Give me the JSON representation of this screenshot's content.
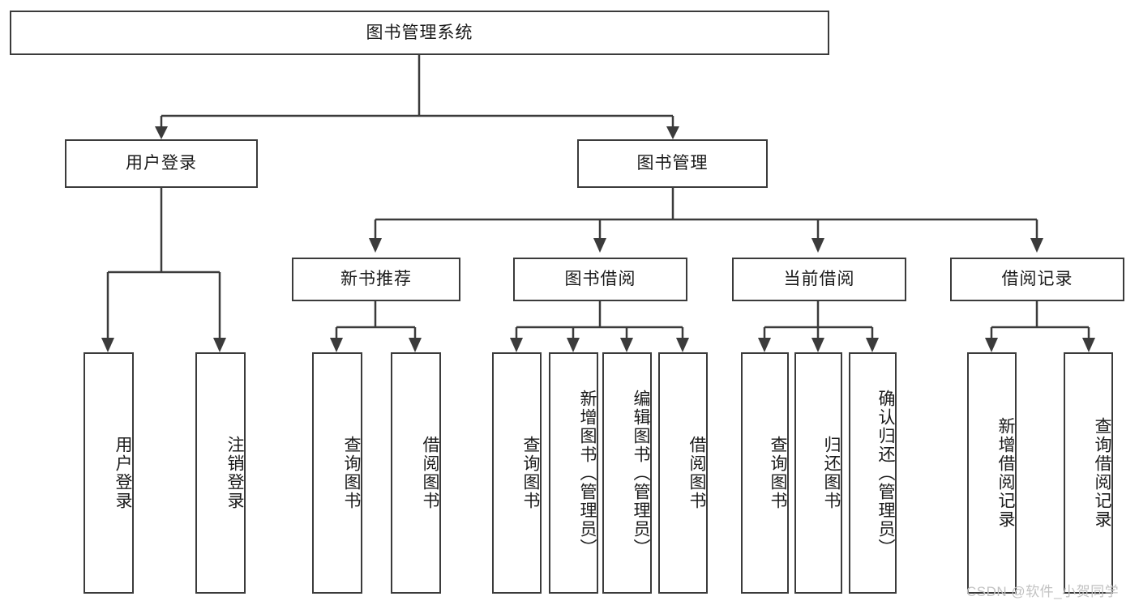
{
  "diagram": {
    "type": "tree",
    "title": "图书管理系统",
    "watermark": "CSDN @软件_小贺同学",
    "colors": {
      "background": "#ffffff",
      "border": "#3b3b3b",
      "text": "#1b1b1b",
      "watermark": "#c2c2c2"
    },
    "root": {
      "label": "图书管理系统"
    },
    "level2": [
      {
        "label": "用户登录"
      },
      {
        "label": "图书管理"
      }
    ],
    "level3": [
      {
        "label": "新书推荐"
      },
      {
        "label": "图书借阅"
      },
      {
        "label": "当前借阅"
      },
      {
        "label": "借阅记录"
      }
    ],
    "leaves": {
      "user_login": [
        {
          "label": "用户登录"
        },
        {
          "label": "注销登录"
        }
      ],
      "new_book_recommend": [
        {
          "label": "查询图书"
        },
        {
          "label": "借阅图书"
        }
      ],
      "book_borrow": [
        {
          "label": "查询图书"
        },
        {
          "label": "新增图书（管理员）"
        },
        {
          "label": "编辑图书（管理员）"
        },
        {
          "label": "借阅图书"
        }
      ],
      "current_borrow": [
        {
          "label": "查询图书"
        },
        {
          "label": "归还图书"
        },
        {
          "label": "确认归还（管理员）"
        }
      ],
      "borrow_record": [
        {
          "label": "新增借阅记录"
        },
        {
          "label": "查询借阅记录"
        }
      ]
    }
  }
}
